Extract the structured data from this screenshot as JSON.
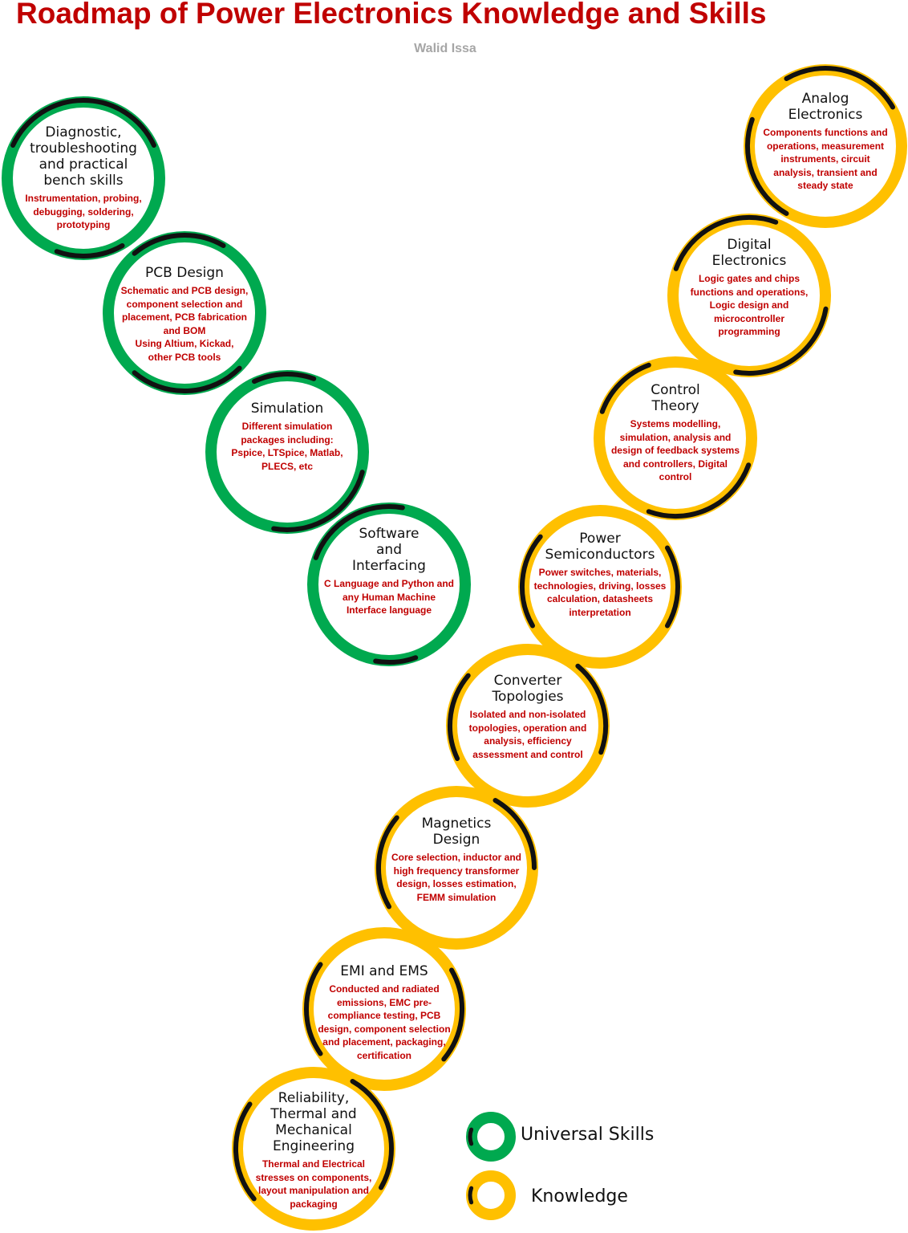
{
  "title": "Roadmap of Power Electronics Knowledge and Skills",
  "author": "Walid Issa",
  "colors": {
    "universal": "#00a94f",
    "knowledge": "#ffc000",
    "arc": "#111111",
    "title": "#c00000",
    "author": "#a6a6a6",
    "desc": "#c00000"
  },
  "nodes": [
    {
      "category": "universal",
      "title": "Diagnostic,\ntroubleshooting\nand practical\nbench skills",
      "desc": "Instrumentation, probing,\ndebugging, soldering,\nprototyping"
    },
    {
      "category": "universal",
      "title": "PCB Design",
      "desc": "Schematic and PCB design,\ncomponent selection and\nplacement, PCB fabrication\nand BOM\nUsing Altium, Kickad,\nother PCB tools"
    },
    {
      "category": "universal",
      "title": "Simulation",
      "desc": "Different simulation\npackages including:\nPspice, LTSpice, Matlab,\nPLECS, etc"
    },
    {
      "category": "universal",
      "title": "Software\nand\nInterfacing",
      "desc": "C Language and Python and\nany Human Machine\nInterface language"
    },
    {
      "category": "knowledge",
      "title": "Analog\nElectronics",
      "desc": "Components functions and\noperations, measurement\ninstruments, circuit\nanalysis, transient and\nsteady state"
    },
    {
      "category": "knowledge",
      "title": "Digital\nElectronics",
      "desc": "Logic gates and chips\nfunctions and operations,\nLogic design and\nmicrocontroller\nprogramming"
    },
    {
      "category": "knowledge",
      "title": "Control\nTheory",
      "desc": "Systems modelling,\nsimulation, analysis and\ndesign of feedback systems\nand controllers, Digital\ncontrol"
    },
    {
      "category": "knowledge",
      "title": "Power\nSemiconductors",
      "desc": "Power switches, materials,\ntechnologies, driving, losses\ncalculation, datasheets\ninterpretation"
    },
    {
      "category": "knowledge",
      "title": "Converter\nTopologies",
      "desc": "Isolated and non-isolated\ntopologies, operation and\nanalysis, efficiency\nassessment and control"
    },
    {
      "category": "knowledge",
      "title": "Magnetics\nDesign",
      "desc": "Core selection, inductor and\nhigh frequency transformer\ndesign, losses estimation,\nFEMM simulation"
    },
    {
      "category": "knowledge",
      "title": "EMI and EMS",
      "desc": "Conducted and radiated\nemissions, EMC pre-\ncompliance testing, PCB\ndesign, component selection\nand placement, packaging,\ncertification"
    },
    {
      "category": "knowledge",
      "title": "Reliability,\nThermal and\nMechanical\nEngineering",
      "desc": "Thermal and Electrical\nstresses on components,\nlayout manipulation and\npackaging"
    }
  ],
  "legend": [
    {
      "category": "universal",
      "label": "Universal Skills"
    },
    {
      "category": "knowledge",
      "label": "Knowledge"
    }
  ]
}
